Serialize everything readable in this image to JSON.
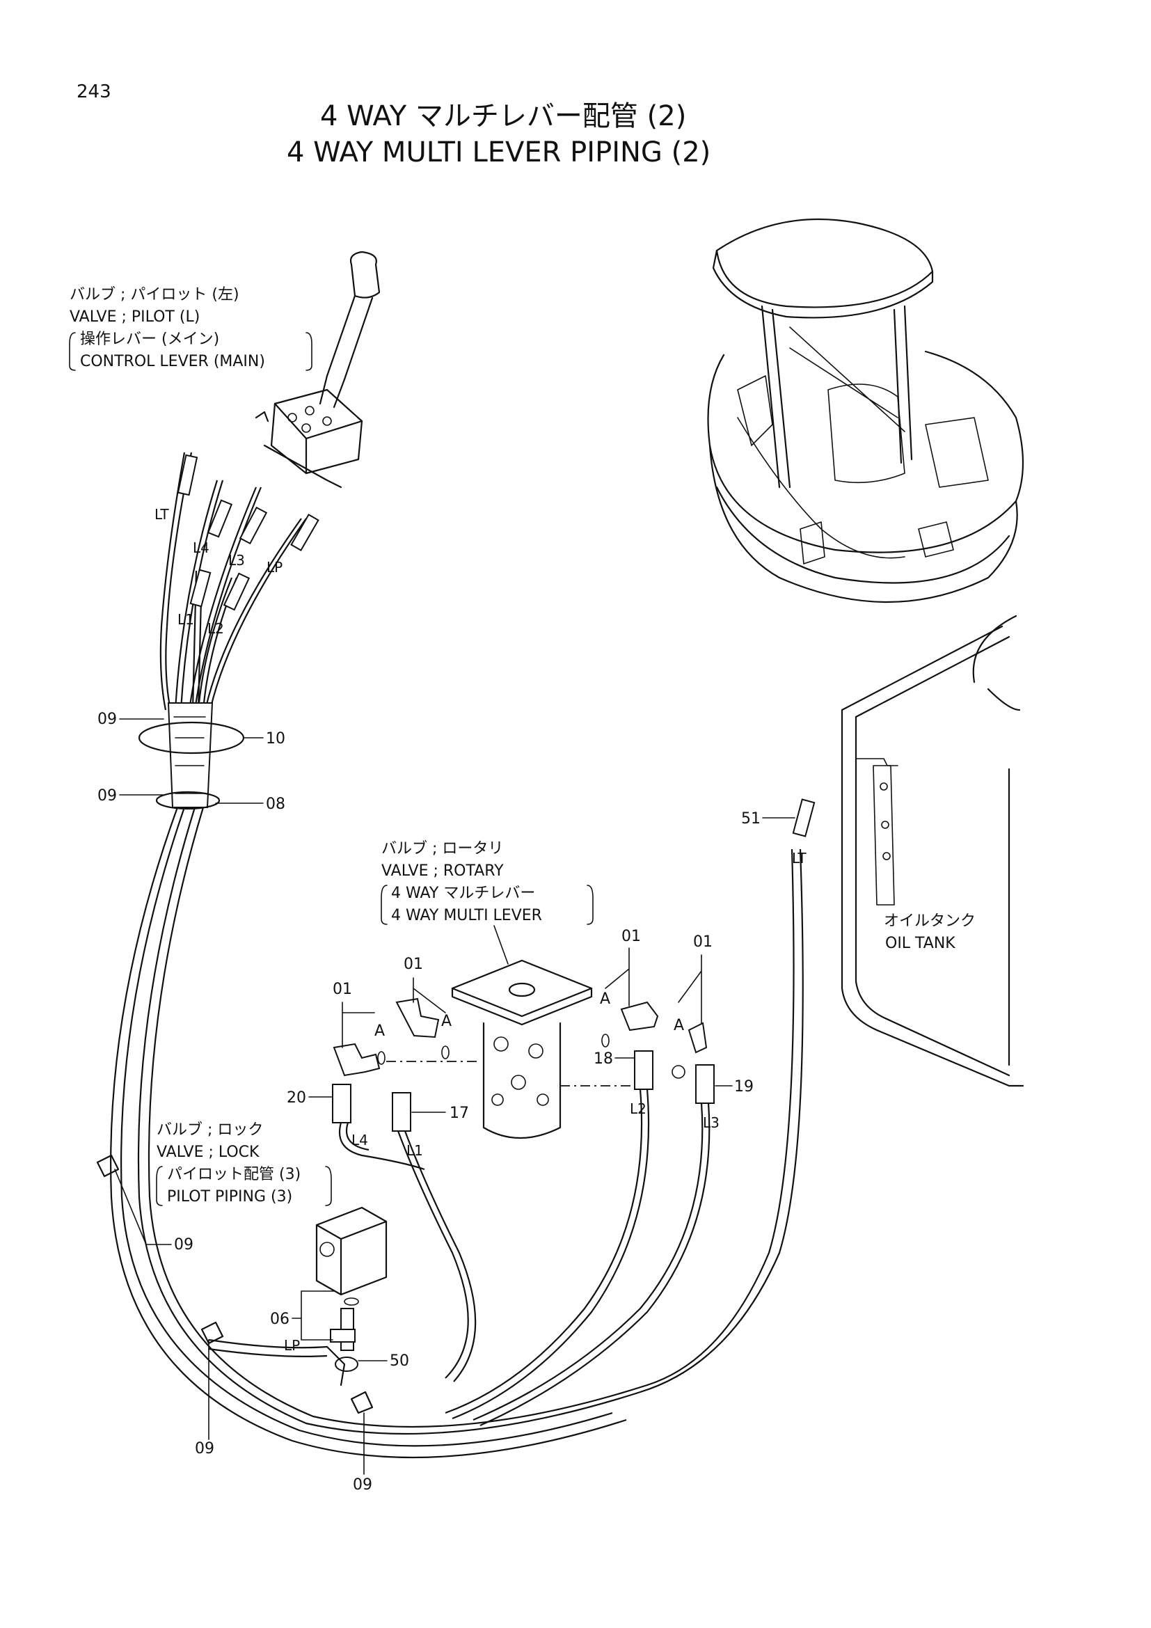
{
  "page_number": "243",
  "title_jp": "4 WAY マルチレバー配管 (2)",
  "title_en": "4 WAY MULTI LEVER PIPING (2)",
  "callouts": {
    "pilot_valve": {
      "line1": "バルブ ; パイロット (左)",
      "line2": "VALVE ; PILOT (L)",
      "line3": "操作レバー (メイン)",
      "line4": "CONTROL LEVER (MAIN)"
    },
    "rotary_valve": {
      "line1": "バルブ ; ロータリ",
      "line2": "VALVE ; ROTARY",
      "line3": "4 WAY マルチレバー",
      "line4": "4 WAY MULTI LEVER"
    },
    "lock_valve": {
      "line1": "バルブ ; ロック",
      "line2": "VALVE ; LOCK",
      "line3": "パイロット配管 (3)",
      "line4": "PILOT PIPING (3)"
    },
    "oil_tank": {
      "line1": "オイルタンク",
      "line2": "OIL TANK"
    }
  },
  "hose_labels": {
    "lt": "LT",
    "l1": "L1",
    "l2": "L2",
    "l3": "L3",
    "l4": "L4",
    "lp": "LP"
  },
  "part_numbers": {
    "p01": "01",
    "p06": "06",
    "p08": "08",
    "p09": "09",
    "p10": "10",
    "p17": "17",
    "p18": "18",
    "p19": "19",
    "p20": "20",
    "p50": "50",
    "p51": "51"
  },
  "port_marker": "A"
}
